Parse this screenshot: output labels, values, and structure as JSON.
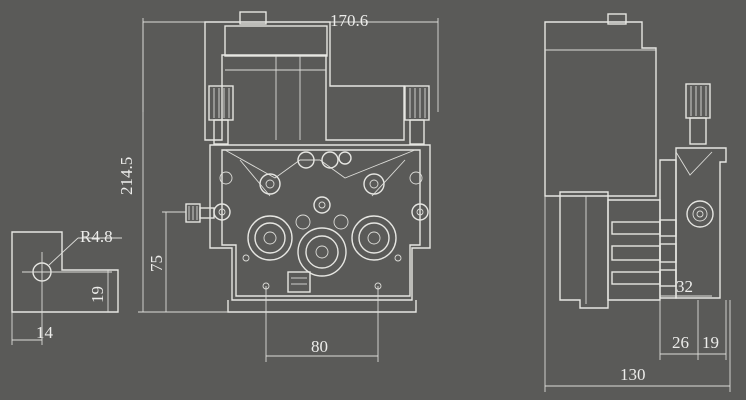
{
  "diagram": {
    "colors": {
      "background": "#5a5a58",
      "line": "#e6e6e2"
    },
    "front_view": {
      "overall_width": "170.6",
      "overall_height": "214.5",
      "axis_height": "75",
      "mount_spacing": "80"
    },
    "side_view": {
      "overall_depth": "130",
      "offset_a": "32",
      "offset_b": "26",
      "offset_c": "19"
    },
    "detail_view": {
      "radius": "R4.8",
      "hole_height": "19",
      "hole_offset": "14"
    }
  }
}
